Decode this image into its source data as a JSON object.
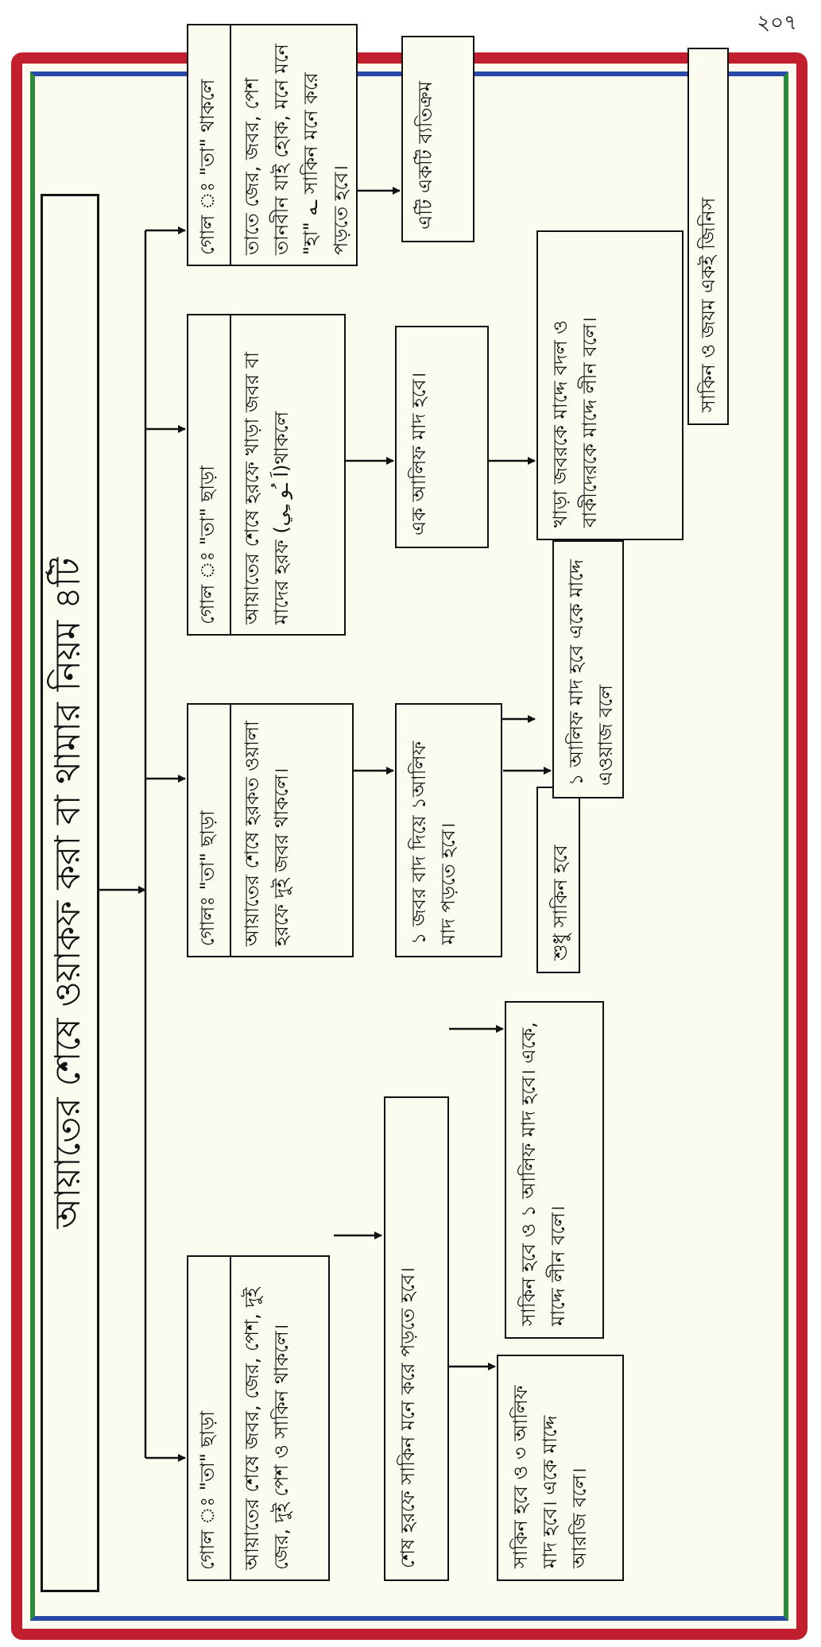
{
  "page_number": "২০৭",
  "title": "আয়াতের শেষে ওয়াকফ করা বা থামার নিয়ম ৪টি",
  "rules": [
    {
      "header": "গোল ঃ \"তা\" ছাড়া",
      "body": "আয়াতের শেষে জবর, জের, পেশ, দুই জের, দুই পেশ ও সাকিন থাকলে।"
    },
    {
      "header": "গোলঃ \"তা\" ছাড়া",
      "body": "আয়াতের শেষে হরকত ওয়ালা হরফে দুই জবর থাকলে।"
    },
    {
      "header": "গোল ঃ \"তা\" ছাড়া",
      "body": "আয়াতের শেষে হরফে খাড়া জবর বা মাদের হরফ (اَ ـُو ـِي)থাকলে"
    },
    {
      "header": "গোল ঃ \"তা\" থাকলে",
      "body": "তাতে জের, জবর, পেশ তানবীন যাই হোক, মনে মনে \"হা\" ـه সাকিন মনে করে পড়তে হবে।"
    }
  ],
  "rule1_step": "শেষ হরফে সাকিন মনে করে পড়তে হবে।",
  "rule1_outcomes": [
    "সাকিন হবে ও ৩ আলিফ মাদ হবে। একে মাদ্দে আরজি বলে।",
    "সাকিন হবে ও ১ আলিফ মাদ হবে। একে, মাদ্দে লীন বলে।",
    "শুধু সাকিন হবে"
  ],
  "rule2_steps": [
    "১ জবর বাদ দিয়ে ১আলিফ মাদ পড়তে হবে।",
    "১ আলিফ মাদ হবে একে মাদ্দে এওয়াজ বলে"
  ],
  "rule3_steps": [
    "এক আলিফ মাদ হবে।",
    "খাড়া জবরকে মাদ্দে বদল ও বাকীদেরকে মাদ্দে লীন বলে।"
  ],
  "rule4_step": "এটি একটি ব্যতিক্রম",
  "note": "সাকিন ও জযম একই জিনিস"
}
